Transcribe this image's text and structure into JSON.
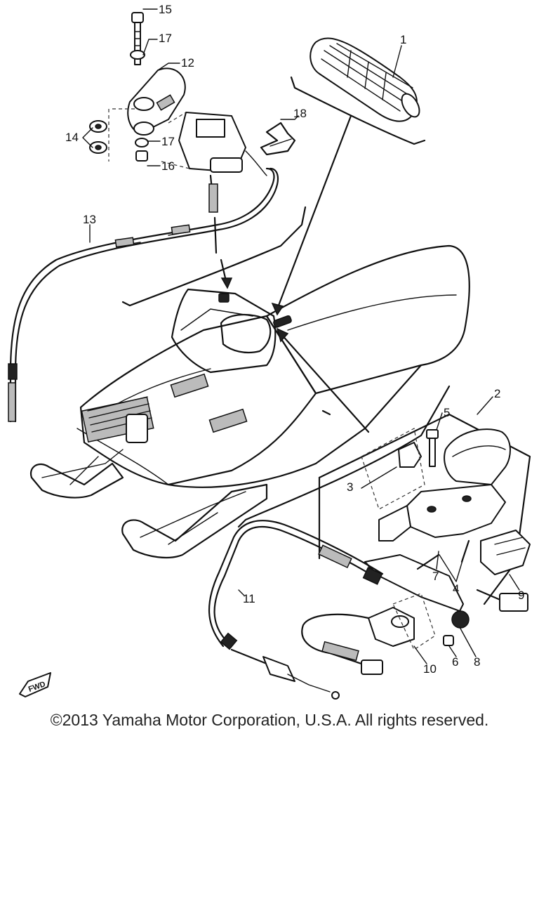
{
  "diagram": {
    "callouts": [
      "1",
      "2",
      "3",
      "4",
      "5",
      "6",
      "7",
      "8",
      "9",
      "10",
      "11",
      "12",
      "13",
      "14",
      "15",
      "16",
      "17",
      "17",
      "18"
    ],
    "fwd_badge": "FWD"
  },
  "footer": {
    "copyright": "©2013 Yamaha Motor Corporation, U.S.A. All rights reserved."
  }
}
